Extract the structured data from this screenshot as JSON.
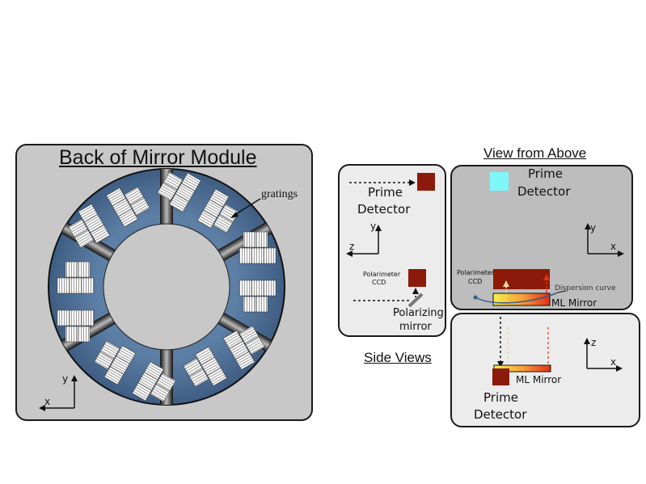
{
  "back_module": {
    "title": "Back of Mirror Module",
    "gratings_label": "gratings",
    "axis_y": "y",
    "axis_x": "x"
  },
  "side_views": {
    "title": "Side Views",
    "prime_detector_line1": "Prime",
    "prime_detector_line2": "Detector",
    "axis_y": "y",
    "axis_z": "z",
    "polarimeter_line1": "Polarimeter",
    "polarimeter_line2": "CCD",
    "polarizing_line1": "Polarizing",
    "polarizing_line2": "mirror"
  },
  "view_above": {
    "title": "View from Above",
    "prime_detector_line1": "Prime",
    "prime_detector_line2": "Detector",
    "axis_y": "y",
    "axis_x": "x",
    "polarimeter_line1": "Polarimeter",
    "polarimeter_line2": "CCD",
    "dispersion_label": "Dispersion curve",
    "ml_mirror_label": "ML Mirror"
  },
  "side_lower": {
    "axis_z": "z",
    "axis_x": "x",
    "ml_mirror_label": "ML Mirror",
    "prime_detector_line1": "Prime",
    "prime_detector_line2": "Detector"
  },
  "colors": {
    "panel_gray": "#c8c8c8",
    "light_panel": "#ececec",
    "detector_red": "#8b1a0a",
    "prime_cyan": "#7ff6f8",
    "ring_blue": "#4f6e93"
  }
}
